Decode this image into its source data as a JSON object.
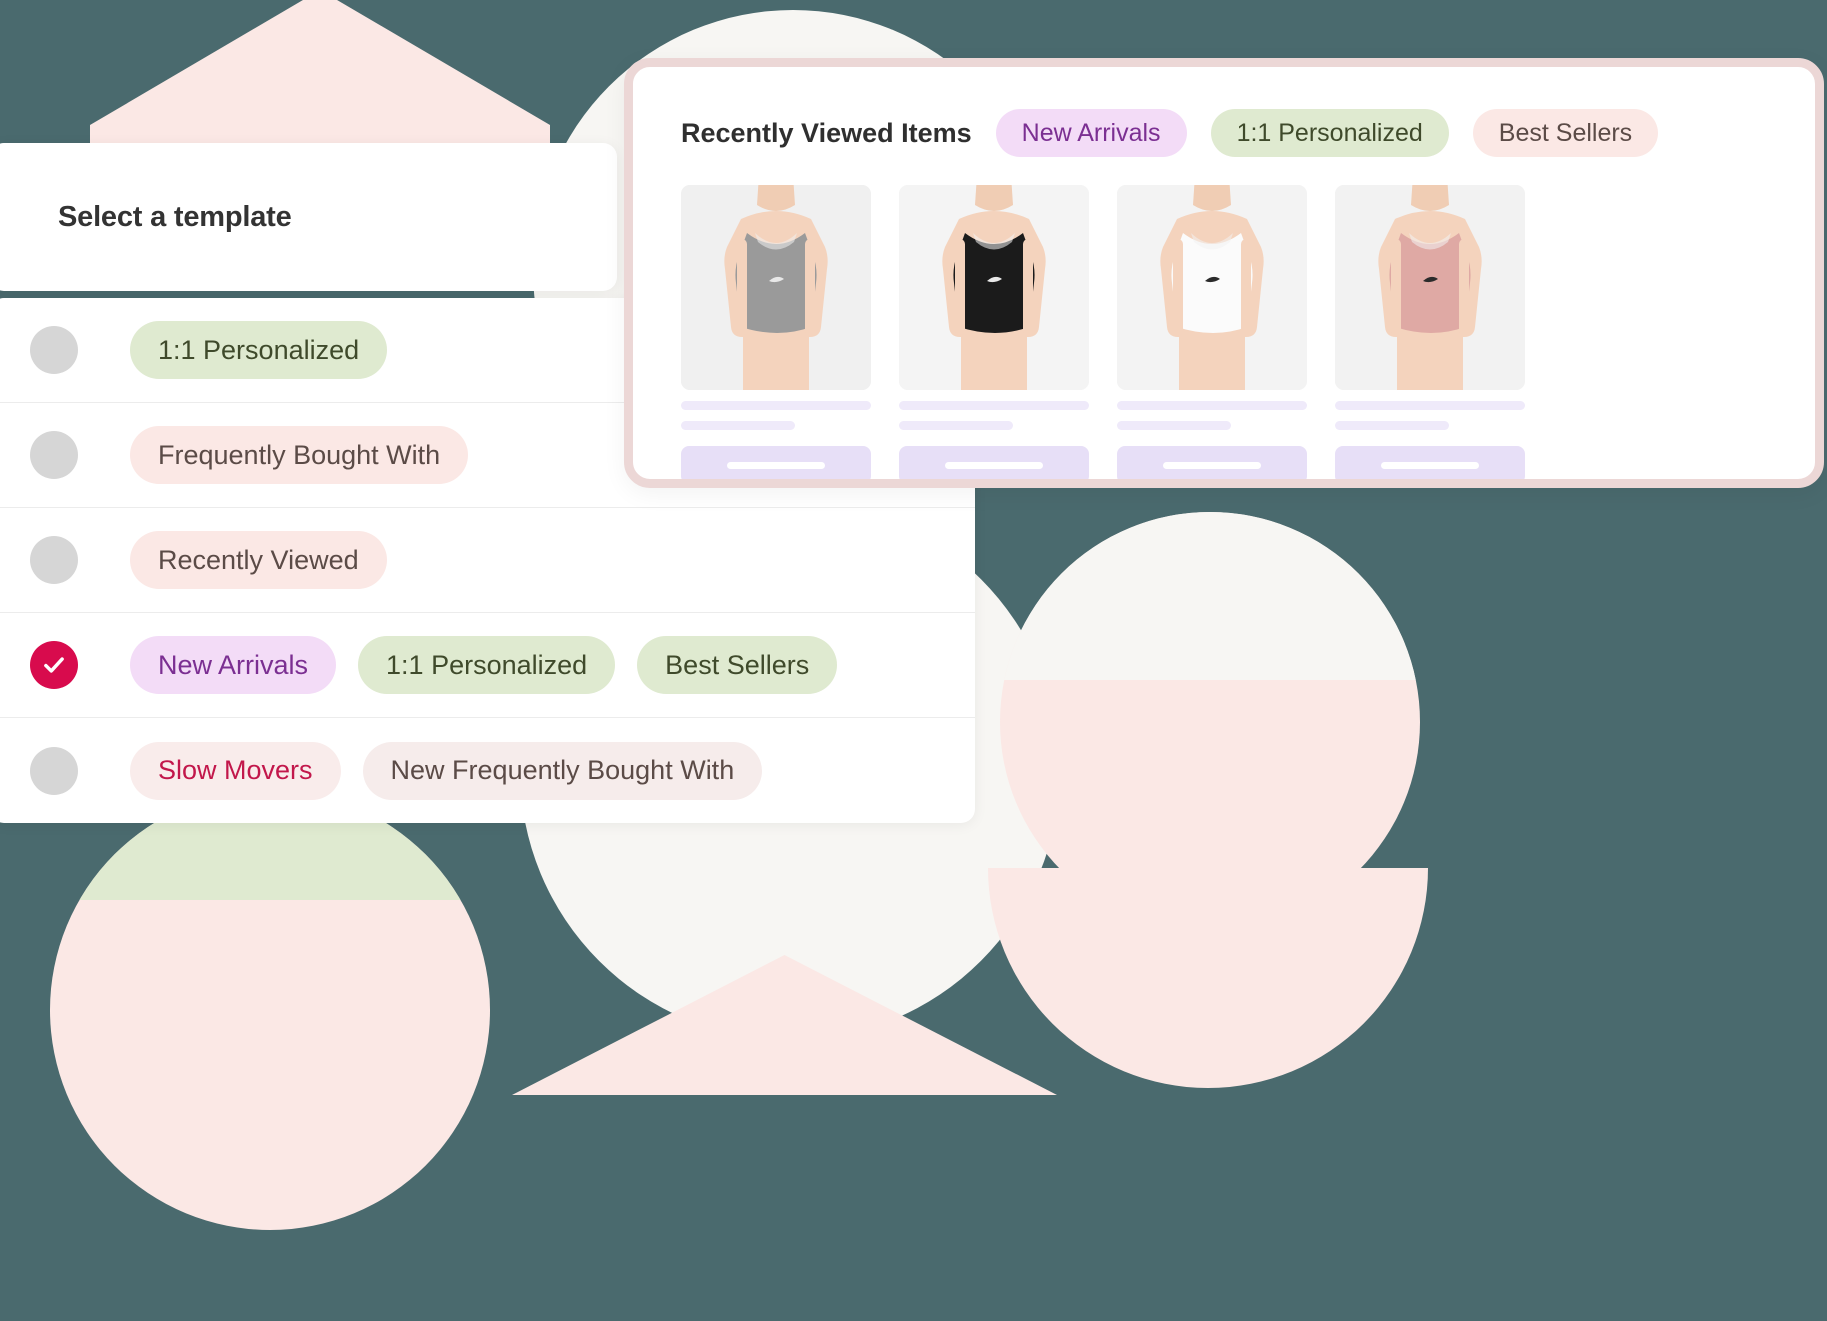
{
  "theme": {
    "background": "#4a6a6e",
    "accent_crimson": "#d80b4d",
    "pill_green_bg": "#dfead0",
    "pill_green_text": "#3f4a2b",
    "pill_pink_bg": "#fbe8e5",
    "pill_pink_text": "#5b4b47",
    "pill_purple_bg": "#f3dcf7",
    "pill_purple_text": "#7b2f92",
    "pill_crimson_text": "#c2174b",
    "card_border_pink": "#ecd7d6",
    "skeleton_lavender": "#e7dff7",
    "radio_idle": "#d6d6d6"
  },
  "template_panel": {
    "title": "Select a template"
  },
  "template_list": {
    "rows": [
      {
        "selected": false,
        "radio_icon": "radio-circle-icon",
        "pills": [
          {
            "label": "1:1 Personalized",
            "style": "green"
          }
        ]
      },
      {
        "selected": false,
        "radio_icon": "radio-circle-icon",
        "pills": [
          {
            "label": "Frequently Bought With",
            "style": "pink"
          }
        ]
      },
      {
        "selected": false,
        "radio_icon": "radio-circle-icon",
        "pills": [
          {
            "label": "Recently Viewed",
            "style": "pink"
          }
        ]
      },
      {
        "selected": true,
        "radio_icon": "check-circle-icon",
        "pills": [
          {
            "label": "New Arrivals",
            "style": "purple"
          },
          {
            "label": "1:1 Personalized",
            "style": "green"
          },
          {
            "label": "Best Sellers",
            "style": "green"
          }
        ]
      },
      {
        "selected": false,
        "radio_icon": "radio-circle-icon",
        "pills": [
          {
            "label": "Slow Movers",
            "style": "crimson"
          },
          {
            "label": "New Frequently Bought With",
            "style": "pink-soft"
          }
        ]
      }
    ]
  },
  "recently_viewed_card": {
    "title": "Recently Viewed Items",
    "tags": [
      {
        "label": "New Arrivals",
        "style": "purple"
      },
      {
        "label": "1:1 Personalized",
        "style": "green"
      },
      {
        "label": "Best Sellers",
        "style": "pink"
      }
    ],
    "products": [
      {
        "image_alt": "grey-sports-bra-photo",
        "garment_color": "#9a9a9a",
        "bg": "#f0f0f0"
      },
      {
        "image_alt": "black-sports-bra-photo",
        "garment_color": "#1b1b1b",
        "bg": "#f4f4f4"
      },
      {
        "image_alt": "white-sports-bra-photo",
        "garment_color": "#fbfbfb",
        "bg": "#f3f3f3"
      },
      {
        "image_alt": "pink-sports-bra-photo",
        "garment_color": "#dfa9a4",
        "bg": "#f2f2f2"
      }
    ]
  }
}
